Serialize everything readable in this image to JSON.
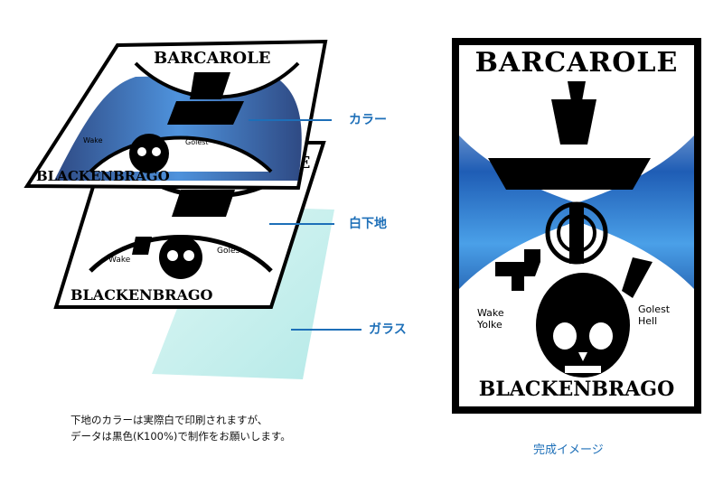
{
  "layers": {
    "color_label": "カラー",
    "white_base_label": "白下地",
    "glass_label": "ガラス"
  },
  "note": {
    "line1": "下地のカラーは実際白で印刷されますが、",
    "line2": "データは黒色(K100%)で制作をお願いします。"
  },
  "caption": "完成イメージ",
  "artwork": {
    "top_text": "BARCAROLE",
    "bottom_text": "BLACKENBRAGO",
    "left_script_text": "Wake\nYolke",
    "right_script_text": "Golest\nHell"
  },
  "colors": {
    "accent_blue": "#1d6fb8",
    "deep_blue": "#0a2a6e",
    "mid_blue": "#2f7fd6",
    "glass_teal": "#c8f0ee",
    "black": "#000000"
  }
}
